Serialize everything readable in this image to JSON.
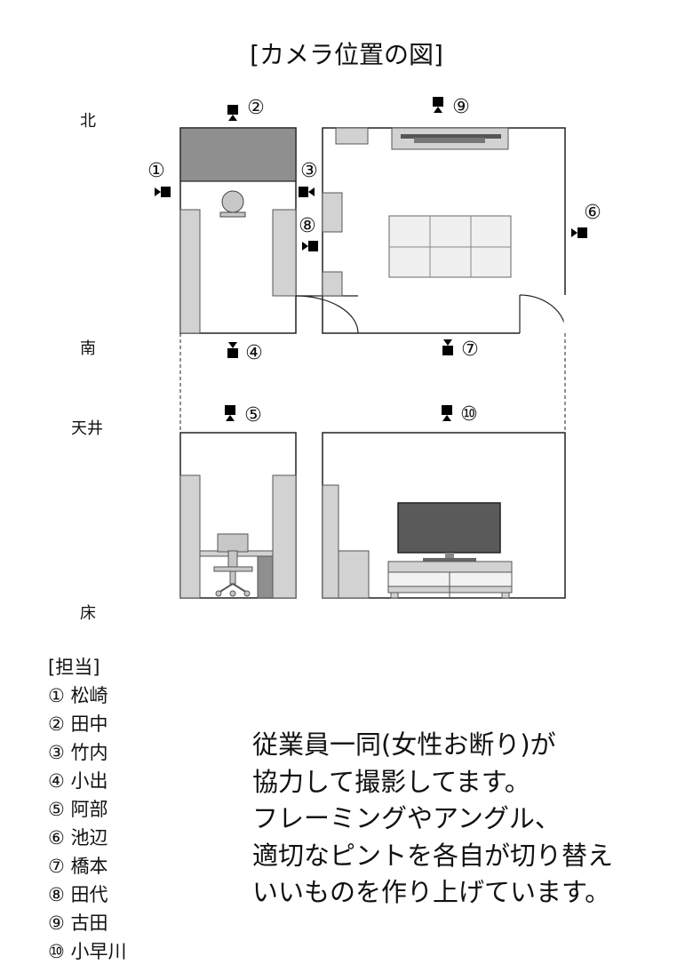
{
  "title": "[カメラ位置の図]",
  "direction_labels": {
    "north": "北",
    "south": "南",
    "ceiling": "天井",
    "floor": "床"
  },
  "cameras": [
    {
      "label": "①",
      "icon": "camera-icon"
    },
    {
      "label": "②",
      "icon": "camera-icon"
    },
    {
      "label": "③",
      "icon": "camera-icon"
    },
    {
      "label": "④",
      "icon": "camera-icon"
    },
    {
      "label": "⑤",
      "icon": "camera-icon"
    },
    {
      "label": "⑥",
      "icon": "camera-icon"
    },
    {
      "label": "⑦",
      "icon": "camera-icon"
    },
    {
      "label": "⑧",
      "icon": "camera-icon"
    },
    {
      "label": "⑨",
      "icon": "camera-icon"
    },
    {
      "label": "⑩",
      "icon": "camera-icon"
    }
  ],
  "assignments": {
    "heading": "[担当]",
    "items": [
      "① 松崎",
      "② 田中",
      "③ 竹内",
      "④ 小出",
      "⑤ 阿部",
      "⑥ 池辺",
      "⑦ 橋本",
      "⑧ 田代",
      "⑨ 古田",
      "⑩ 小早川"
    ]
  },
  "note_lines": [
    "従業員一同(女性お断り)が",
    "協力して撮影してます。",
    "フレーミングやアングル、",
    "適切なピントを各自が切り替え",
    "いいものを作り上げています。"
  ]
}
